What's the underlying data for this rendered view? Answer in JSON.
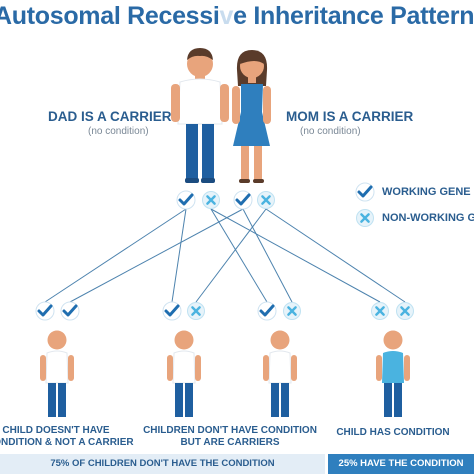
{
  "title": {
    "part1": "Autosomal Recessi",
    "part2": "v",
    "part3": "e Inheritance Pattern"
  },
  "parents": {
    "dad": {
      "label": "DAD IS A CARRIER",
      "sub": "(no condition)"
    },
    "mom": {
      "label": "MOM IS A CARRIER",
      "sub": "(no condition)"
    }
  },
  "legend": {
    "working": "WORKING GENE",
    "nonworking": "NON-WORKING G"
  },
  "children": [
    {
      "label_line1": "CHILD DOESN'T HAVE",
      "label_line2": "CONDITION & NOT A CARRIER"
    },
    {
      "label_line1": "CHILDREN DON'T HAVE CONDITION",
      "label_line2": "BUT ARE CARRIERS"
    },
    {
      "label_line1": "CHILD HAS CONDITION",
      "label_line2": ""
    }
  ],
  "footer": {
    "left": "75% OF CHILDREN DON'T HAVE THE CONDITION",
    "right": "25% HAVE THE CONDITION"
  },
  "colors": {
    "title_blue": "#2a6aa6",
    "gene_blue": "#2f7fbe",
    "gene_light": "#4ab3e0",
    "pants_blue": "#1f5fa0",
    "skin": "#e8a47c",
    "affected_shirt": "#4ab3e0"
  },
  "icons": [
    "working-gene-check-icon",
    "non-working-gene-x-icon",
    "person-icon"
  ]
}
